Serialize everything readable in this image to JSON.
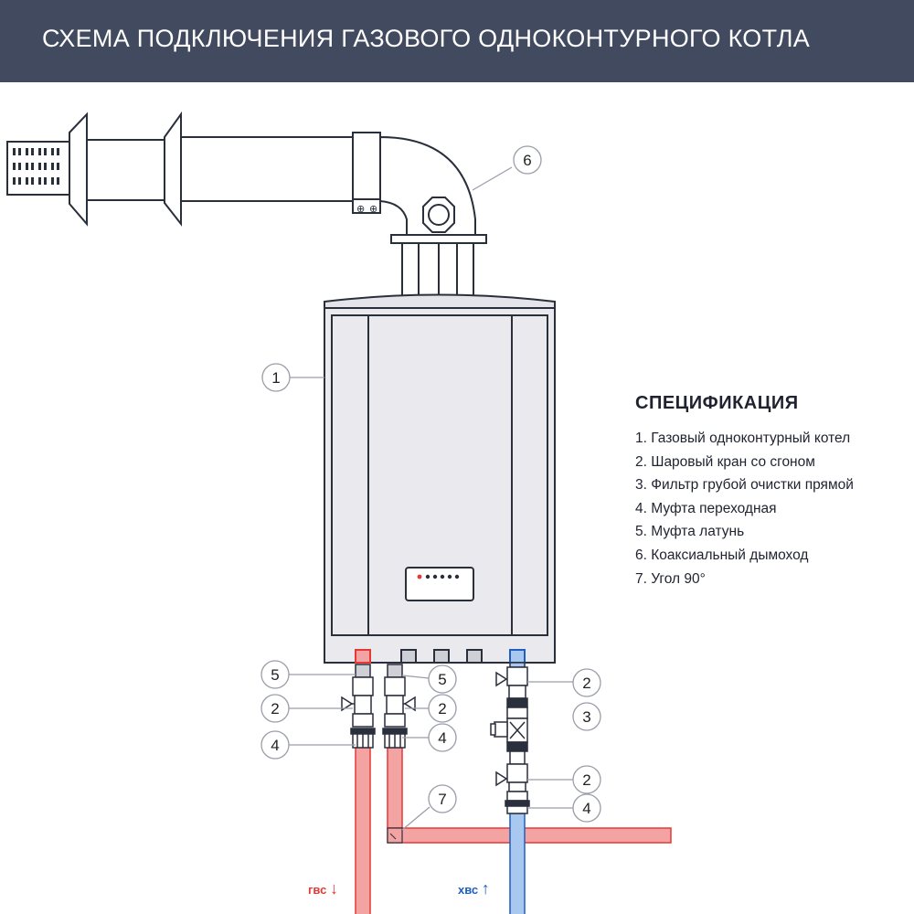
{
  "header": {
    "title": "СХЕМА ПОДКЛЮЧЕНИЯ ГАЗОВОГО ОДНОКОНТУРНОГО КОТЛА"
  },
  "spec": {
    "heading": "СПЕЦИФИКАЦИЯ",
    "items": [
      "1. Газовый одноконтурный котел",
      "2. Шаровый кран со сгоном",
      "3. Фильтр грубой очистки прямой",
      "4. Муфта переходная",
      "5. Муфта латунь",
      "6. Коаксиальный дымоход",
      "7. Угол 90°"
    ]
  },
  "callouts": [
    "1",
    "2",
    "3",
    "4",
    "5",
    "6",
    "7"
  ],
  "flows": {
    "hot": {
      "label": "гвс",
      "arrow": "↓",
      "color": "#e53935"
    },
    "cold": {
      "label": "хвс",
      "arrow": "↑",
      "color": "#1e5fbf"
    }
  },
  "colors": {
    "header_bg": "#414a5e",
    "hot_pipe": "#f4a3a3",
    "cold_pipe": "#a9c8ef",
    "boiler_body": "#e9e9ee"
  }
}
